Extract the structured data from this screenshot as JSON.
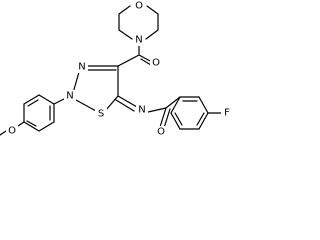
{
  "atoms": {
    "morpholine_o": "O",
    "morpholine_n": "N",
    "carbonyl_o1": "O",
    "ring_n3": "N",
    "ring_n2": "N",
    "ring_s": "S",
    "imine_n": "N",
    "methoxy_o": "O",
    "amide_o": "O",
    "fluorine": "F"
  }
}
